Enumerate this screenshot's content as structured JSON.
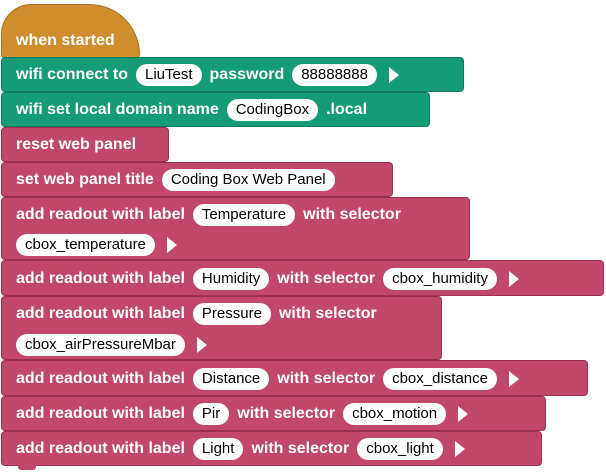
{
  "hat": {
    "label": "when started"
  },
  "wifi_connect": {
    "label": "wifi connect to",
    "ssid": "LiuTest",
    "password_label": "password",
    "password": "88888888"
  },
  "wifi_domain": {
    "label": "wifi set local domain name",
    "domain": "CodingBox",
    "suffix": ".local"
  },
  "reset": {
    "label": "reset web panel"
  },
  "title_block": {
    "label": "set web panel title",
    "title": "Coding Box Web Panel"
  },
  "readouts": [
    {
      "prefix": "add readout with label",
      "label": "Temperature",
      "mid": "with selector",
      "selector": "cbox_temperature"
    },
    {
      "prefix": "add readout with label",
      "label": "Humidity",
      "mid": "with selector",
      "selector": "cbox_humidity"
    },
    {
      "prefix": "add readout with label",
      "label": "Pressure",
      "mid": "with selector",
      "selector": "cbox_airPressureMbar"
    },
    {
      "prefix": "add readout with label",
      "label": "Distance",
      "mid": "with selector",
      "selector": "cbox_distance"
    },
    {
      "prefix": "add readout with label",
      "label": "Pir",
      "mid": "with selector",
      "selector": "cbox_motion"
    },
    {
      "prefix": "add readout with label",
      "label": "Light",
      "mid": "with selector",
      "selector": "cbox_light"
    }
  ],
  "colors": {
    "event": "#cf8d2e",
    "wifi": "#169b77",
    "web_panel": "#c1486a",
    "input_bg": "#ffffff"
  }
}
